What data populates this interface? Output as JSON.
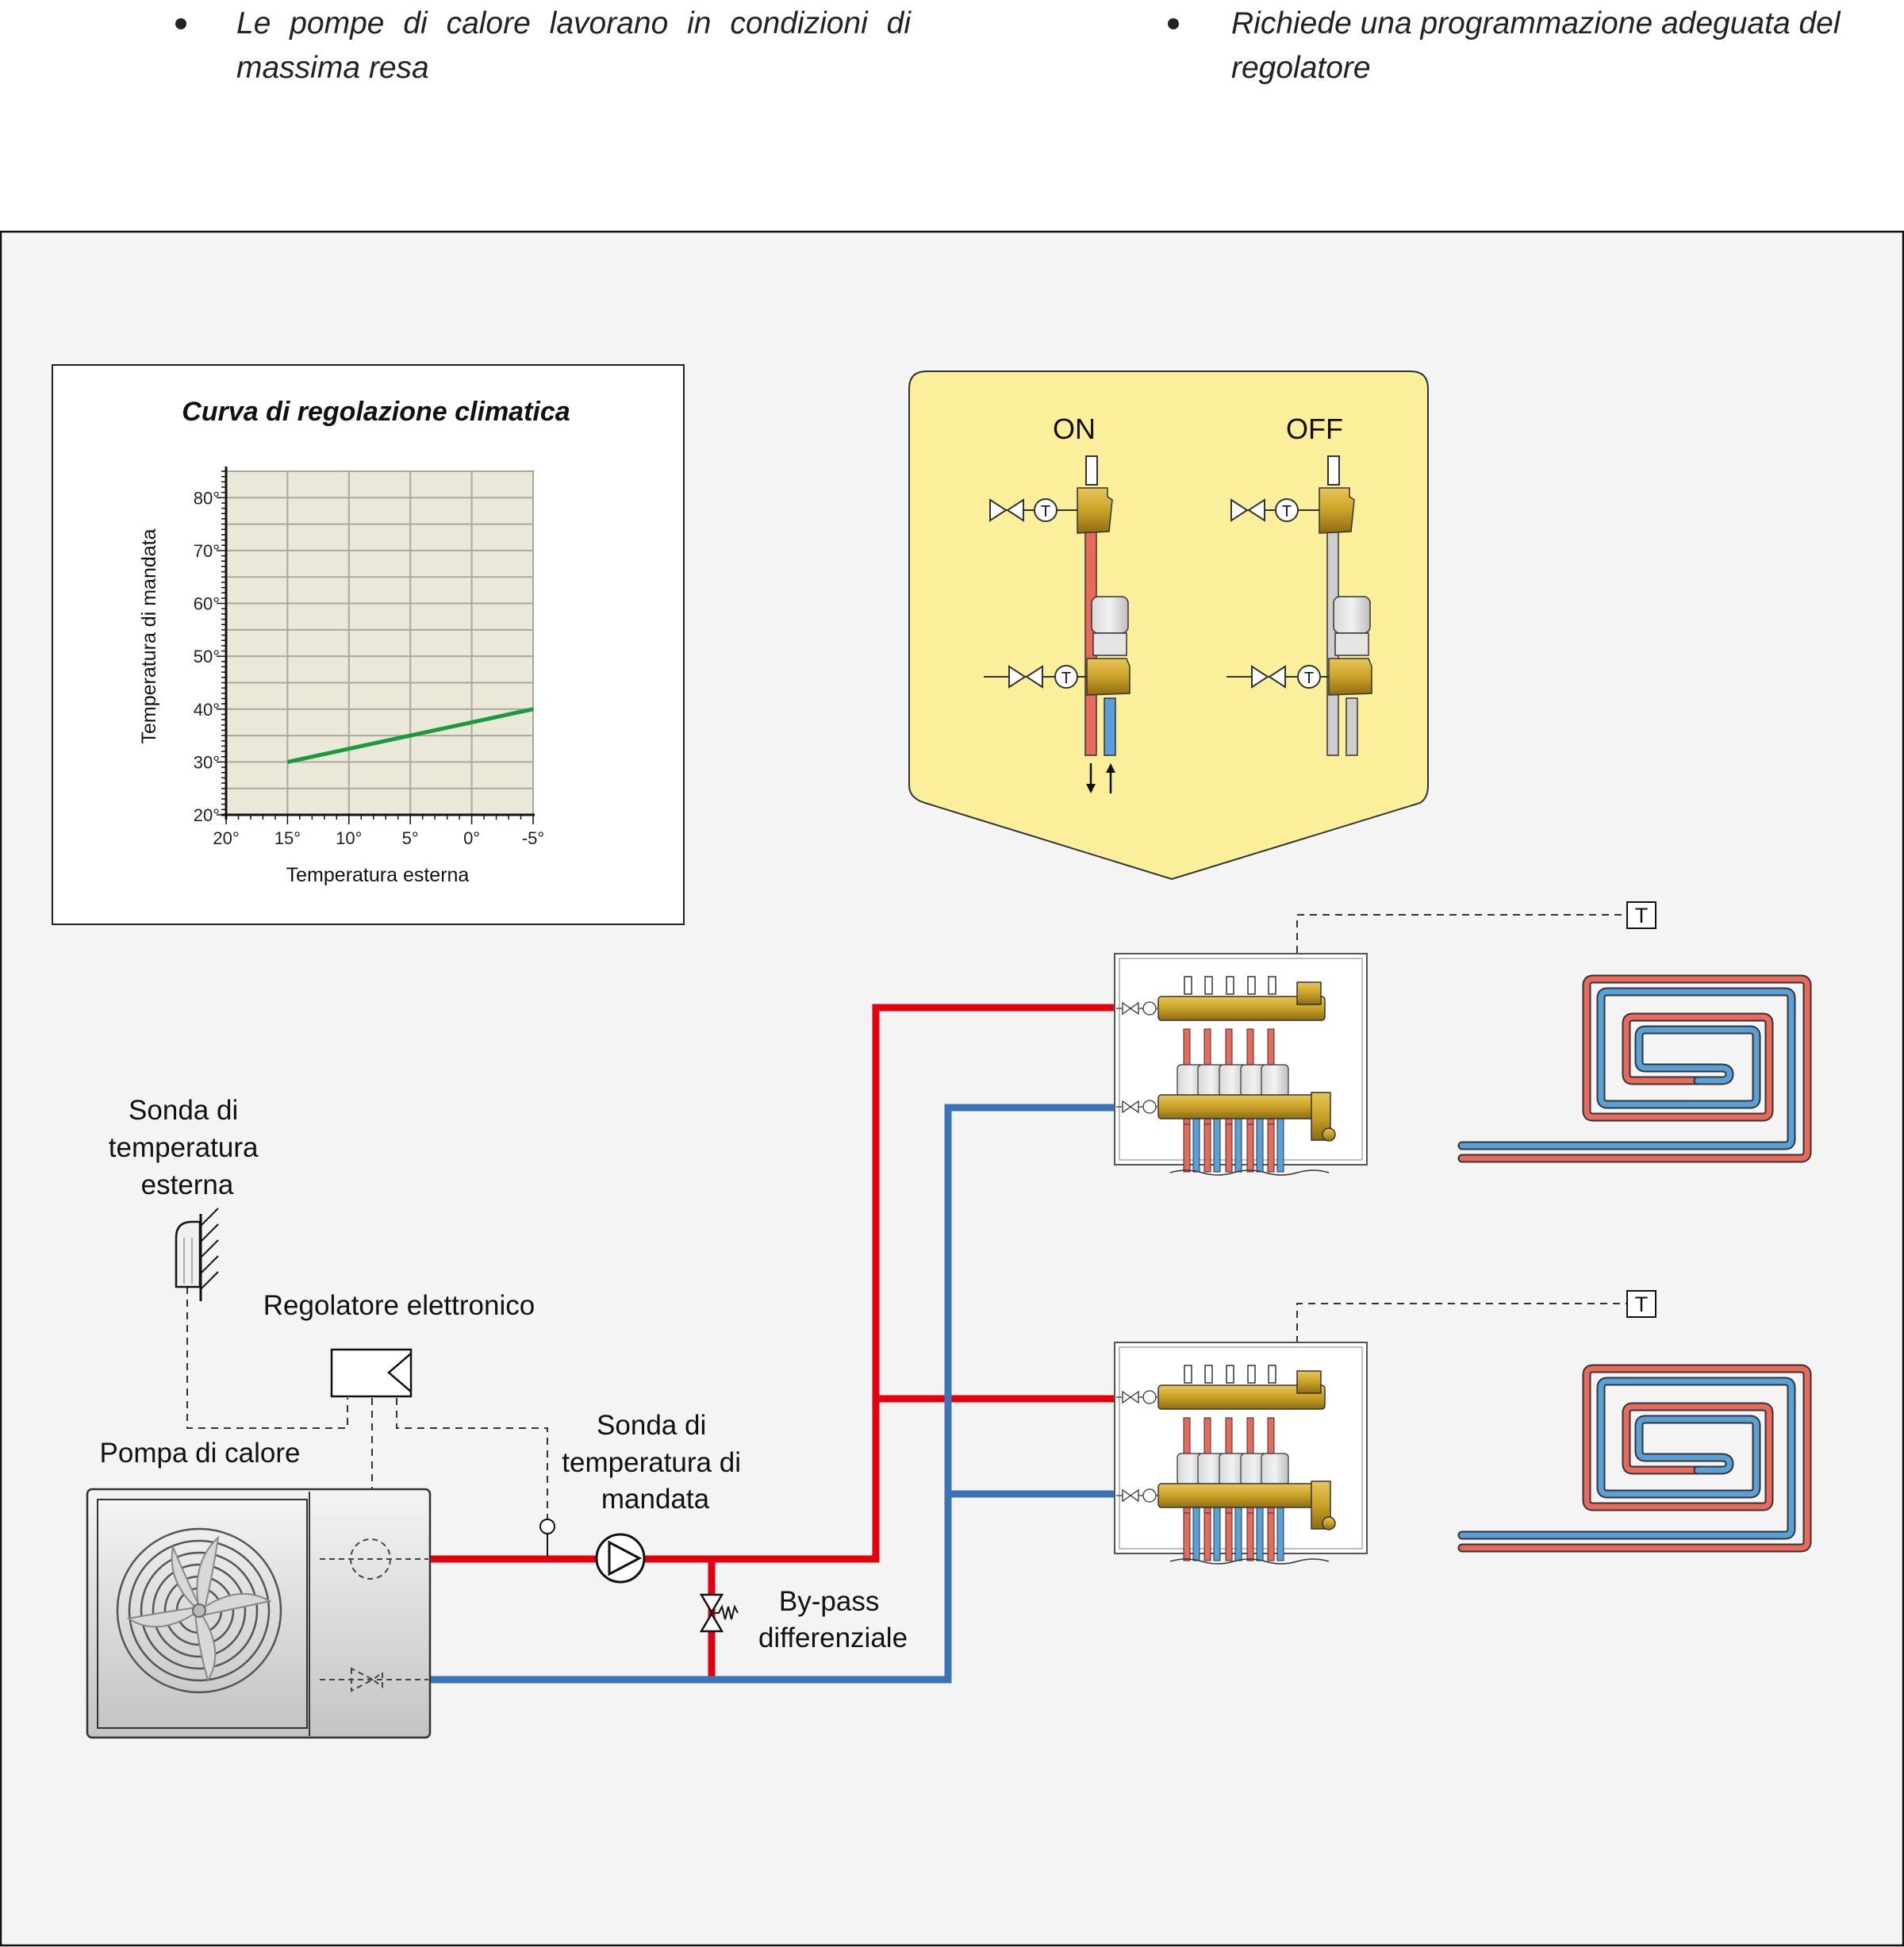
{
  "bullets": [
    {
      "line1": "Le pompe di calore lavorano in condizioni di",
      "line2": "massima resa"
    },
    {
      "line1": "Richiede una programmazione adeguata del",
      "line2": "regolatore"
    }
  ],
  "chart": {
    "title": "Curva di regolazione climatica",
    "ylabel": "Temperatura di mandata",
    "xlabel": "Temperatura esterna"
  },
  "chart_data": {
    "type": "line",
    "title": "Curva di regolazione climatica",
    "xlabel": "Temperatura esterna",
    "ylabel": "Temperatura di mandata",
    "x_ticks": [
      "20°",
      "15°",
      "10°",
      "5°",
      "0°",
      "-5°"
    ],
    "y_ticks": [
      "20°",
      "30°",
      "40°",
      "50°",
      "60°",
      "70°",
      "80°"
    ],
    "xlim": [
      20,
      -5
    ],
    "ylim": [
      20,
      85
    ],
    "grid": true,
    "series": [
      {
        "x": [
          15,
          -5
        ],
        "y": [
          30,
          40
        ],
        "color": "#1a9a3c"
      }
    ]
  },
  "callout": {
    "on_label": "ON",
    "off_label": "OFF"
  },
  "labels": {
    "sensor_ext": [
      "Sonda di",
      "temperatura",
      "esterna"
    ],
    "regulator": "Regolatore elettronico",
    "heat_pump": "Pompa di calore",
    "sensor_flow": [
      "Sonda di",
      "temperatura di",
      "mandata"
    ],
    "bypass": [
      "By-pass",
      "differenziale"
    ],
    "thermostat": "T"
  },
  "colors": {
    "supply": "#e3000f",
    "return": "#3a73b8",
    "panel_bg": "#f4f4f4",
    "chart_bg": "#ebe8da",
    "callout_bg": "#fbef9b",
    "brass": "#c9a227",
    "curve": "#1a9a3c"
  }
}
